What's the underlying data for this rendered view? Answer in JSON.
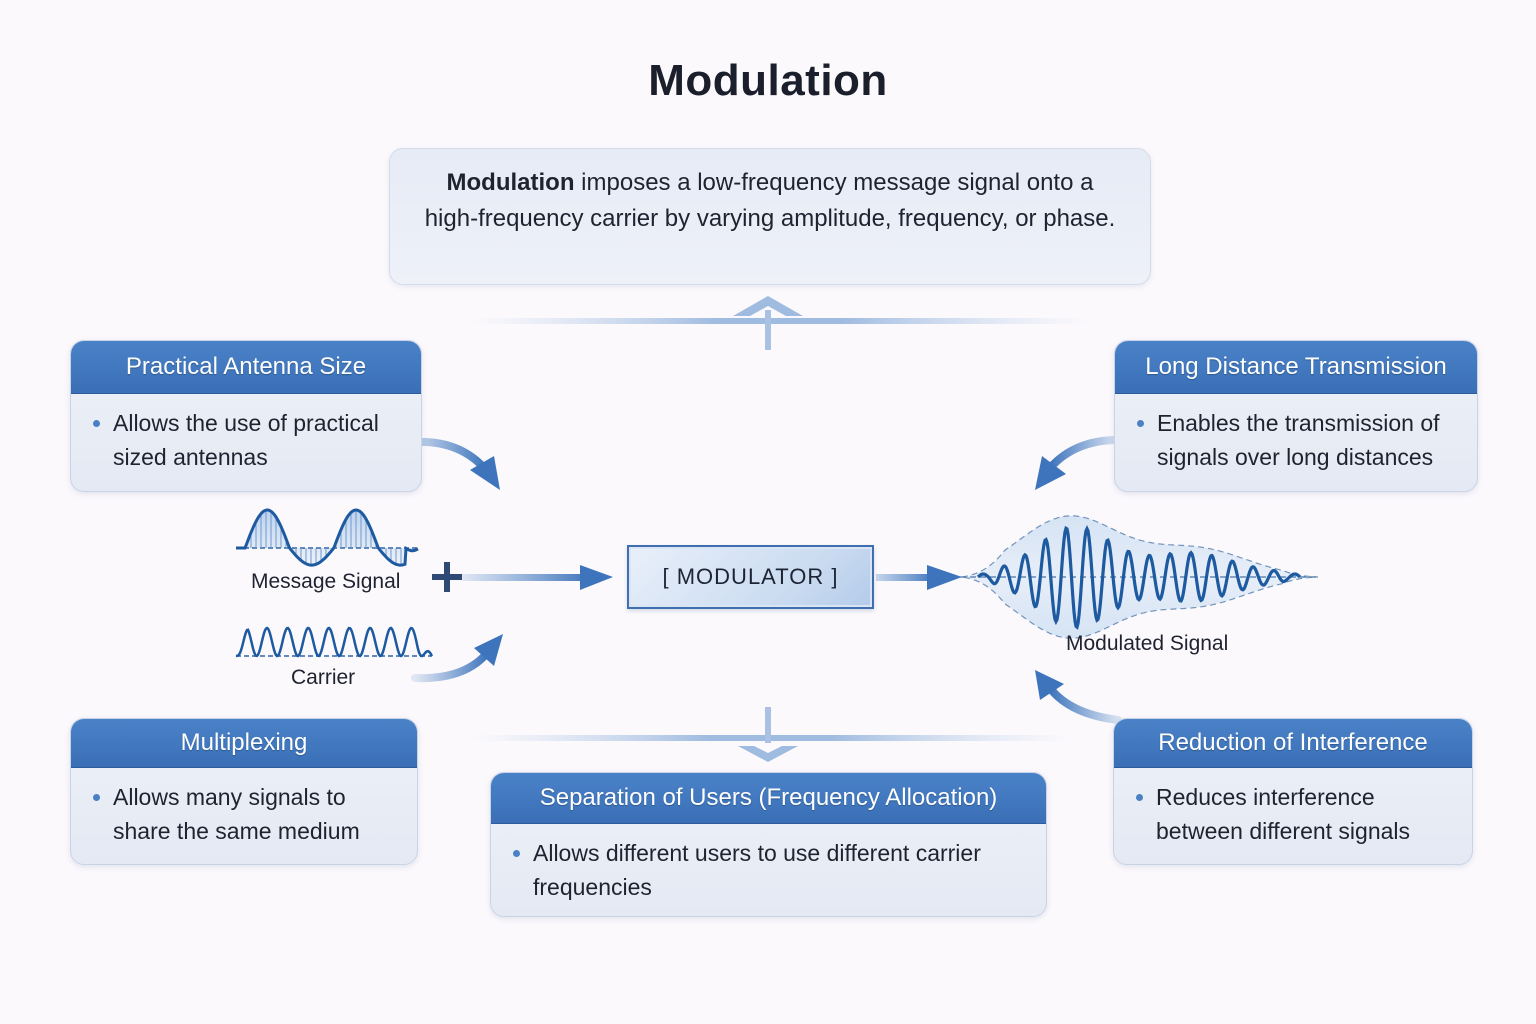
{
  "title": "Modulation",
  "definition": {
    "term": "Modulation",
    "text": " imposes a low-frequency message signal onto a high-frequency carrier by varying amplitude, frequency, or phase."
  },
  "cards": {
    "antenna": {
      "title": "Practical Antenna Size",
      "bullet": "Allows the use of practical sized antennas"
    },
    "distance": {
      "title": "Long Distance Transmission",
      "bullet": "Enables the transmission of signals over long distances"
    },
    "multiplexing": {
      "title": "Multiplexing",
      "bullet": "Allows many signals to share the same medium"
    },
    "separation": {
      "title": "Separation of Users (Frequency Allocation)",
      "bullet": "Allows different users to use different carrier frequencies"
    },
    "interference": {
      "title": "Reduction of Interference",
      "bullet": "Reduces interference between different signals"
    }
  },
  "signals": {
    "message_label": "Message Signal",
    "carrier_label": "Carrier",
    "modulated_label": "Modulated Signal",
    "plus_symbol": "+"
  },
  "modulator": {
    "label": "[ MODULATOR ]"
  },
  "colors": {
    "accent": "#3a6fb6",
    "wave": "#1d5aa0",
    "arrow": "#4a80c4",
    "background": "#fbf9fc"
  }
}
